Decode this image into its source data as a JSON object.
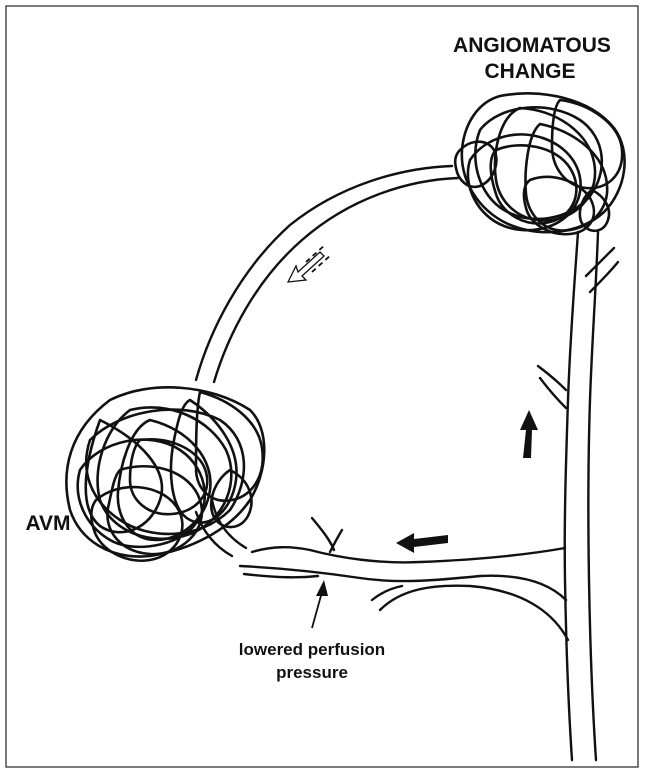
{
  "labels": {
    "angiomatous_line1": "ANGIOMATOUS",
    "angiomatous_line2": "CHANGE",
    "avm": "AVM",
    "perfusion_line1": "lowered perfusion",
    "perfusion_line2": "pressure"
  },
  "colors": {
    "ink": "#111111",
    "background": "#ffffff"
  }
}
